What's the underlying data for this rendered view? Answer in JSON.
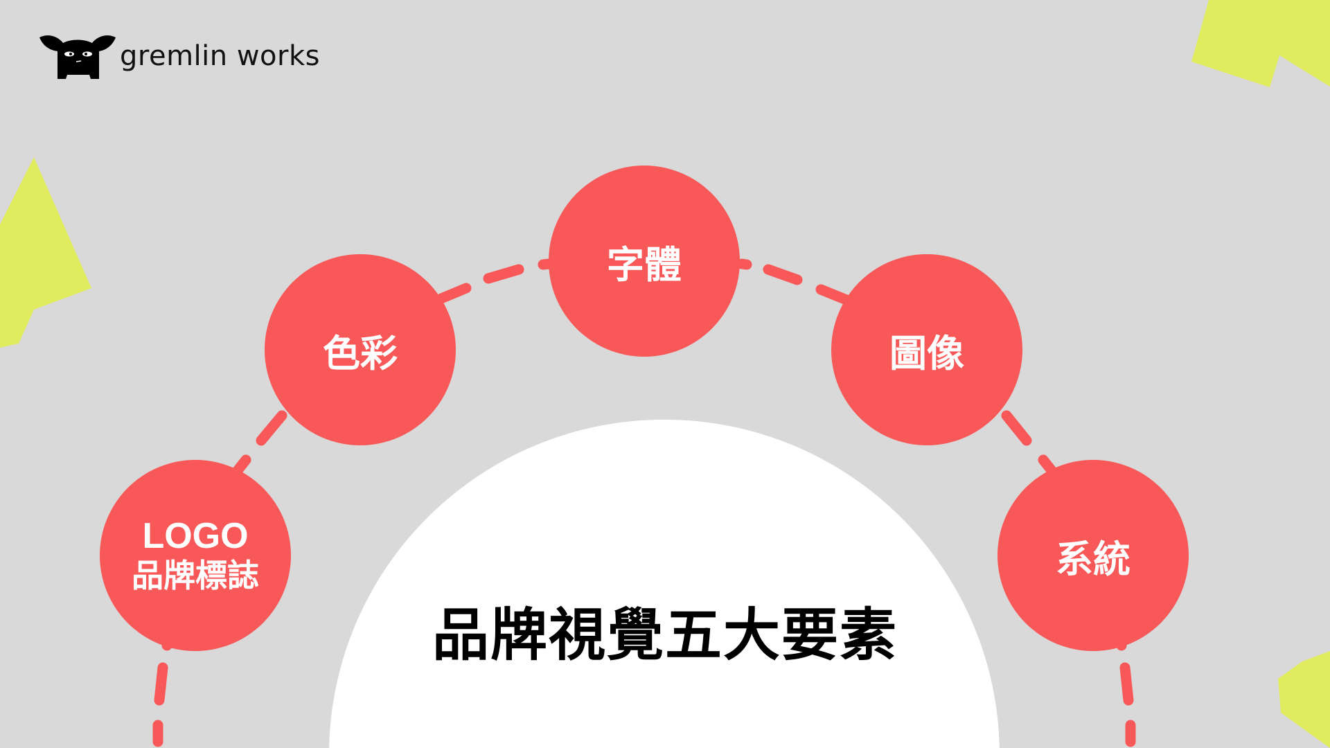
{
  "brand": {
    "name": "gremlin works"
  },
  "title": "品牌視覺五大要素",
  "elements": [
    {
      "label": "LOGO",
      "sublabel": "品牌標誌"
    },
    {
      "label": "色彩"
    },
    {
      "label": "字體"
    },
    {
      "label": "圖像"
    },
    {
      "label": "系統"
    }
  ],
  "colors": {
    "background": "#D9D9D9",
    "accent": "#F95858",
    "highlight": "#E0EB5E",
    "center": "#FFFFFF"
  }
}
